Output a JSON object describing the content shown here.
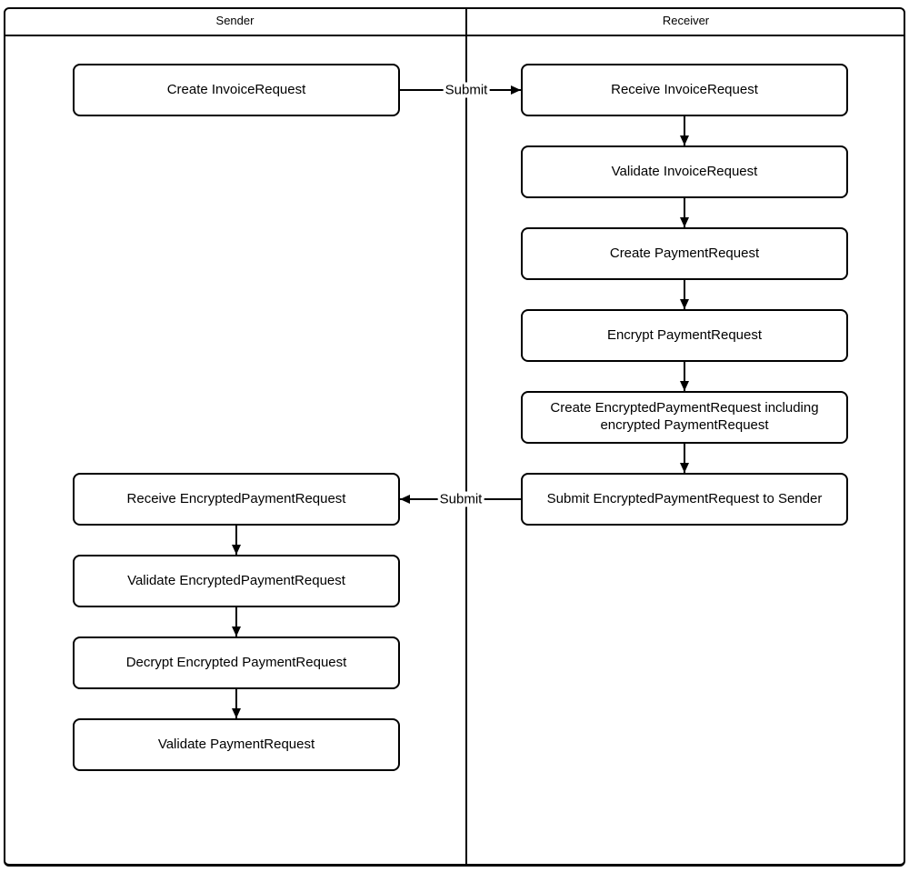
{
  "lanes": [
    {
      "label": "Sender"
    },
    {
      "label": "Receiver"
    }
  ],
  "nodes": {
    "sender": [
      {
        "label": "Create InvoiceRequest"
      },
      {
        "label": "Receive EncryptedPaymentRequest"
      },
      {
        "label": "Validate EncryptedPaymentRequest"
      },
      {
        "label": "Decrypt Encrypted PaymentRequest"
      },
      {
        "label": "Validate PaymentRequest"
      }
    ],
    "receiver": [
      {
        "label": "Receive InvoiceRequest"
      },
      {
        "label": "Validate InvoiceRequest"
      },
      {
        "label": "Create PaymentRequest"
      },
      {
        "label": "Encrypt PaymentRequest"
      },
      {
        "label": "Create EncryptedPaymentRequest including encrypted PaymentRequest"
      },
      {
        "label": "Submit EncryptedPaymentRequest to Sender"
      }
    ]
  },
  "edge_labels": {
    "submit_invoice_request": "Submit",
    "submit_encrypted_payment_request": "Submit"
  },
  "colors": {
    "line": "#000000",
    "node_fill": "#ffffff",
    "background": "#ffffff",
    "text": "#000000"
  }
}
